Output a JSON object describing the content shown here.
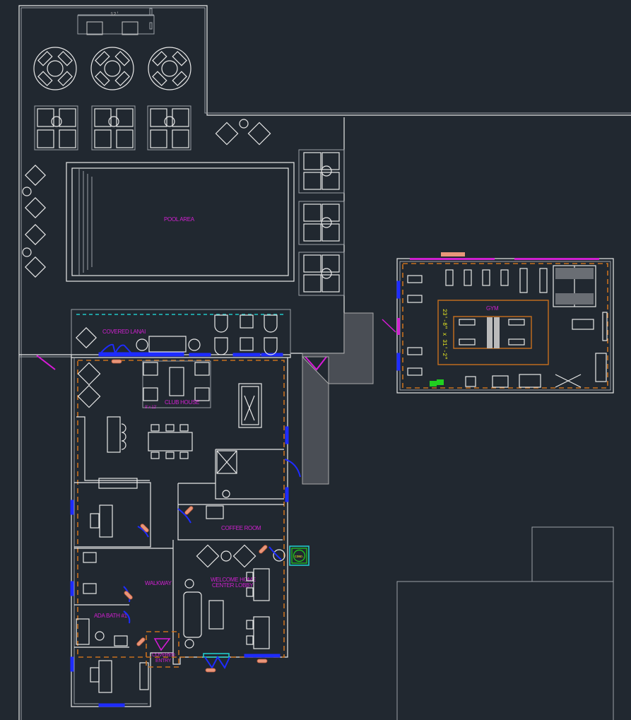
{
  "drawing": {
    "labels": {
      "pool_area": "POOL AREA",
      "covered_lanai": "COVERED LANAI",
      "club_house": "CLUB HOUSE",
      "club_house_rug": "9' x 12'",
      "gym": "GYM",
      "gym_dimensions": "23'-8\" x 31'-2\"",
      "coffee_room": "COFFEE ROOM",
      "lobby_line1": "WELCOME HOME",
      "lobby_line2": "CENTER LOBBY",
      "walkway": "WALKWAY",
      "ada_bath": "ADA BATH #1",
      "covered_entry_line1": "COVERED",
      "covered_entry_line2": "ENTRY",
      "condenser": "COND.",
      "kitchen_dimension": "12'"
    },
    "colors": {
      "background": "#212830",
      "walls": "#e8e8e8",
      "room_labels": "#d020d0",
      "dimensions": "#f0f020",
      "windows": "#1e2cff",
      "hidden_lines": "#c8701e",
      "condenser_box": "#20c8c8"
    }
  }
}
